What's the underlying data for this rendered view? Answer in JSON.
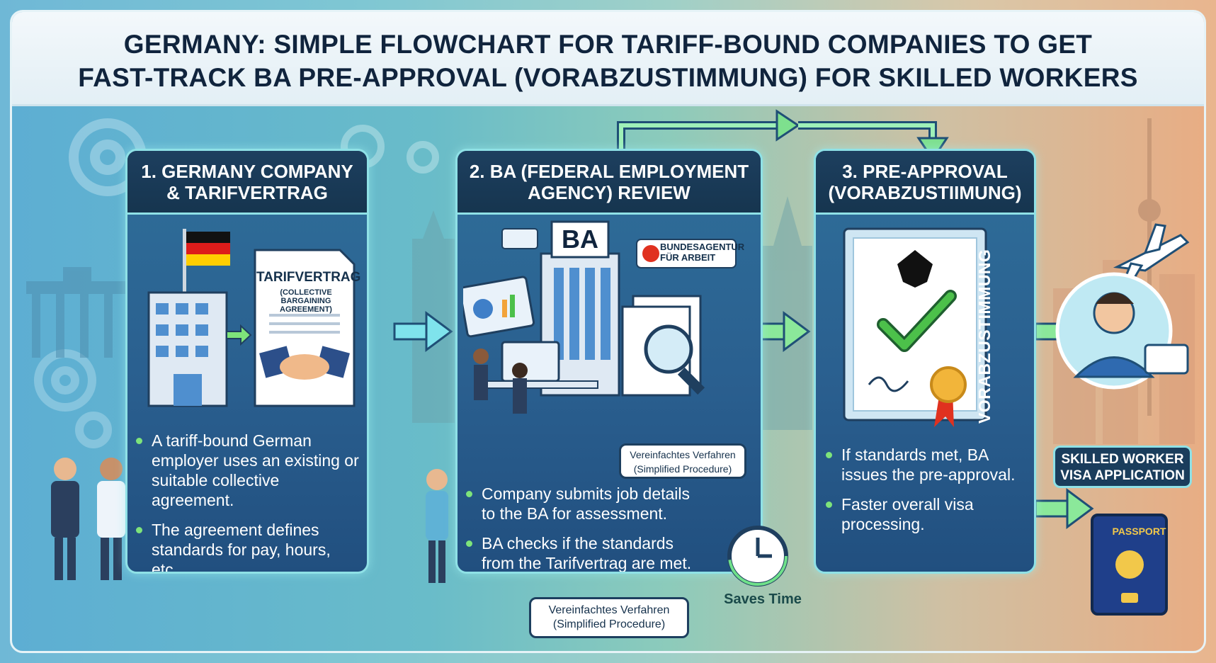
{
  "title": {
    "line1": "GERMANY: SIMPLE FLOWCHART FOR TARIFF-BOUND COMPANIES TO GET",
    "line2": "FAST-TRACK BA PRE-APPROVAL (VORABZUSTIMMUNG) FOR SKILLED WORKERS"
  },
  "steps": [
    {
      "title_line1": "1. GERMANY COMPANY",
      "title_line2": "& TARIFVERTRAG",
      "doc_title": "TARIFVERTRAG",
      "doc_sub1": "(COLLECTIVE BARGAINING",
      "doc_sub2": "AGREEMENT)",
      "bullets": [
        "A tariff-bound German employer uses an existing or suitable collective agreement.",
        "The agreement defines standards for pay, hours, etc."
      ]
    },
    {
      "title_line1": "2. BA (FEDERAL EMPLOYMENT",
      "title_line2": "AGENCY) REVIEW",
      "building_label": "BA",
      "agency_badge1": "BUNDESAGENTUR",
      "agency_badge2": "FÜR ARBEIT",
      "procedure_tag1": "Vereinfachtes Verfahren",
      "procedure_tag2": "(Simplified Procedure)",
      "bullets": [
        "Company submits job details to the BA for assessment.",
        "BA checks if the standards from the Tarifvertrag are met."
      ],
      "bottom_tag1": "Vereinfachtes Verfahren",
      "bottom_tag2": "(Simplified Procedure)",
      "saves_time": "Saves Time"
    },
    {
      "title_line1": "3. PRE-APPROVAL",
      "title_line2": "(VORABZUSTIIMUNG)",
      "vertical_label": "VORABZUSTIMMUNG",
      "bullets": [
        "If standards met, BA issues the pre-approval.",
        "Faster overall visa processing."
      ]
    }
  ],
  "visa": {
    "label1": "SKILLED WORKER",
    "label2": "VISA APPLICATION",
    "passport": "PASSPORT"
  },
  "colors": {
    "panel": "#2a5f8f",
    "panel_header": "#1a3d5c",
    "border": "#8fe1e6",
    "arrow": "#6fe08a",
    "check": "#4cc04a"
  }
}
